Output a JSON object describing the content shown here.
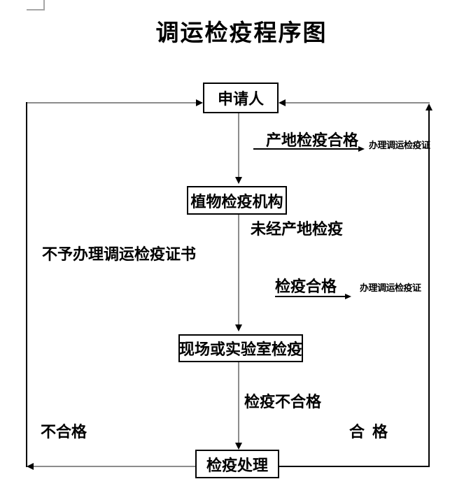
{
  "title": "调运检疫程序图",
  "flowchart": {
    "nodes": [
      {
        "id": "applicant",
        "label": "申请人"
      },
      {
        "id": "plant-quarantine-agency",
        "label": "植物检疫机构"
      },
      {
        "id": "onsite-or-lab-quarantine",
        "label": "现场或实验室检疫"
      },
      {
        "id": "quarantine-treatment",
        "label": "检疫处理"
      }
    ],
    "labels": {
      "origin_quarantine_passed": "产地检疫合格",
      "issue_transport_cert_top": "办理调运检疫证",
      "not_origin_quarantined": "未经产地检疫",
      "refuse_transport_cert": "不予办理调运检疫证书",
      "quarantine_passed": "检疫合格",
      "issue_transport_cert_mid": "办理调运检疫证",
      "quarantine_failed": "检疫不合格",
      "failed": "不合格",
      "passed": "合  格"
    }
  },
  "colors": {
    "connector_gray": "#8c8c8c",
    "connector_black": "#000000",
    "corner_mark_gray": "#a6a6a6",
    "background": "#ffffff"
  }
}
